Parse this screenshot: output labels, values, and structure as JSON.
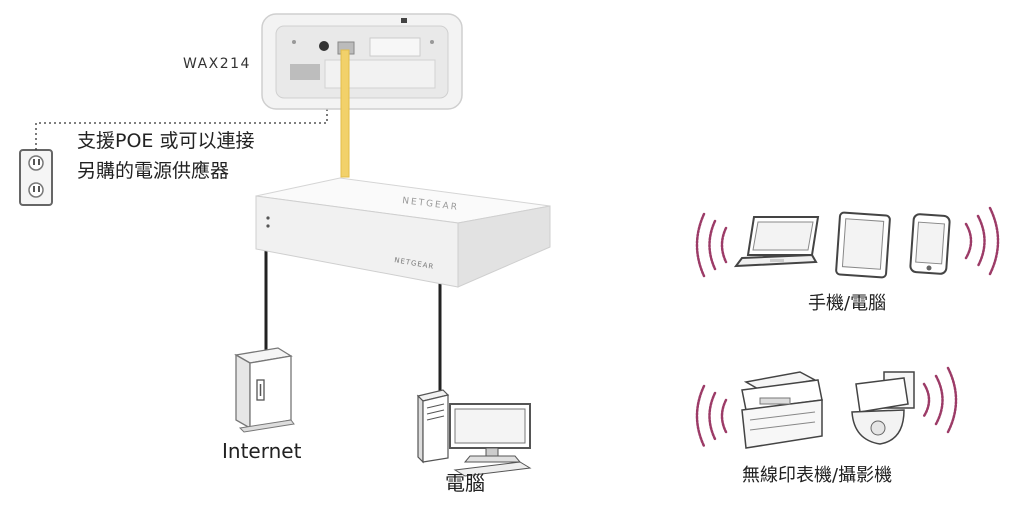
{
  "access_point": {
    "model_label": "WAX214"
  },
  "poe_note": {
    "line1": "支援POE 或可以連接",
    "line2": "另購的電源供應器"
  },
  "switch": {
    "brand_top": "NETGEAR",
    "brand_front": "NETGEAR"
  },
  "wired_devices": {
    "internet_label": "Internet",
    "computer_label": "電腦"
  },
  "wireless_groups": {
    "mobile_label": "手機/電腦",
    "printer_camera_label": "無線印表機/攝影機"
  },
  "colors": {
    "poe_cable": "#f2d16a",
    "signal_waves": "#9c3b67",
    "ethernet_cable": "#222222",
    "power_line": "#333333"
  }
}
